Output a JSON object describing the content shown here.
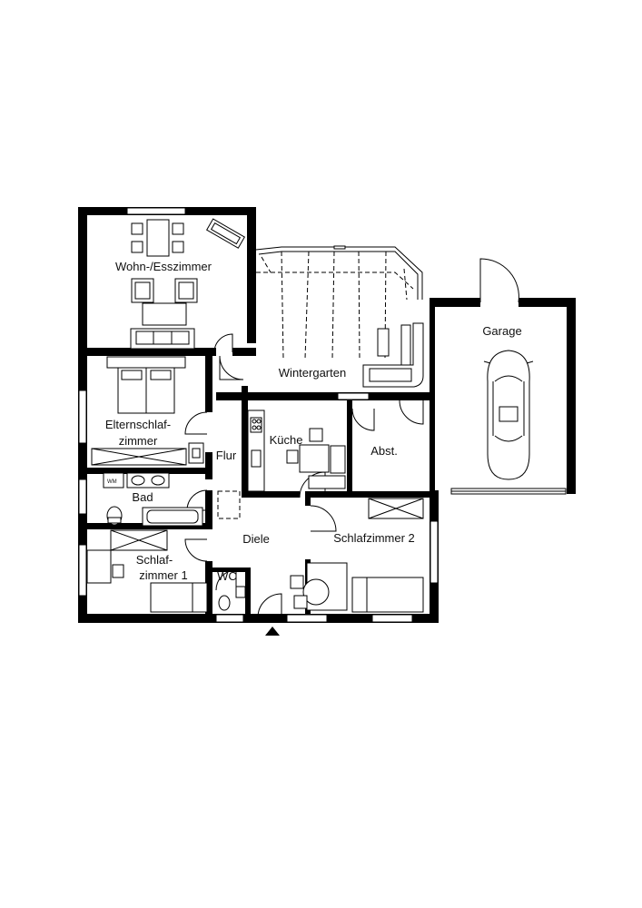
{
  "rooms": {
    "wohn": "Wohn-/Esszimmer",
    "winter": "Wintergarten",
    "garage": "Garage",
    "eltern_1": "Elternschlaf-",
    "eltern_2": "zimmer",
    "flur": "Flur",
    "kueche": "Küche",
    "abst": "Abst.",
    "bad": "Bad",
    "diele": "Diele",
    "schlaf2": "Schlafzimmer 2",
    "schlaf1_1": "Schlaf-",
    "schlaf1_2": "zimmer 1",
    "wc": "WC"
  },
  "fixtures": {
    "washing_machine": "WM"
  },
  "icons": {
    "entrance": "entrance-arrow-icon",
    "car": "car-icon"
  }
}
